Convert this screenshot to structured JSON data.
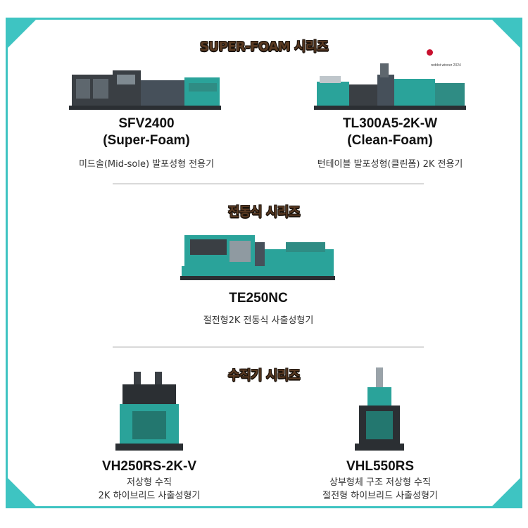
{
  "colors": {
    "accent": "#3ec4c2",
    "machine_teal": "#2aa39a",
    "machine_dark": "#3a3f44",
    "title_brown": "#5a3a22"
  },
  "sections": [
    {
      "title": "SUPER-FOAM 시리즈"
    },
    {
      "title": "전동식 시리즈"
    },
    {
      "title": "수직기 시리즈"
    }
  ],
  "products": {
    "sfv2400": {
      "name_line1": "SFV2400",
      "name_line2": "(Super-Foam)",
      "desc_line1": "미드솔(Mid-sole) 발포성형 전용기"
    },
    "tl300": {
      "name_line1": "TL300A5-2K-W",
      "name_line2": "(Clean-Foam)",
      "desc_line1": "턴테이블 발포성형(클린폼) 2K 전용기",
      "award": "reddot winner 2024"
    },
    "te250nc": {
      "name_line1": "TE250NC",
      "desc_line1": "절전형2K 전동식 사출성형기"
    },
    "vh250": {
      "name_line1": "VH250RS-2K-V",
      "desc_line1": "저상형 수직",
      "desc_line2": "2K 하이브리드 사출성형기"
    },
    "vhl550": {
      "name_line1": "VHL550RS",
      "desc_line1": "상부형체 구조 저상형 수직",
      "desc_line2": "절전형 하이브리드 사출성형기"
    }
  }
}
